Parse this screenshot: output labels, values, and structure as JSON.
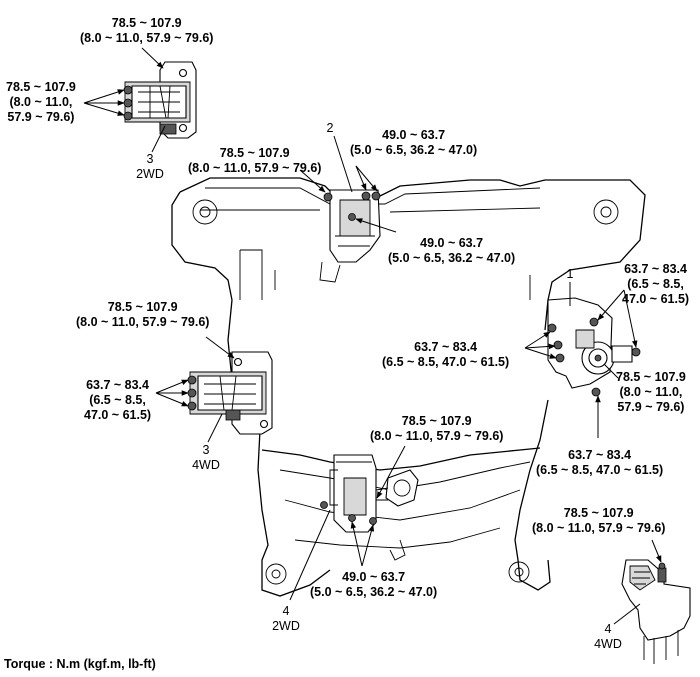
{
  "torque_note": "Torque : N.m (kgf.m, lb-ft)",
  "callouts": {
    "c1": [
      "78.5 ~ 107.9",
      "(8.0 ~ 11.0, 57.9 ~ 79.6)"
    ],
    "c2": [
      "78.5 ~ 107.9",
      "(8.0 ~ 11.0,",
      "57.9 ~ 79.6)"
    ],
    "c3": [
      "78.5 ~ 107.9",
      "(8.0 ~ 11.0, 57.9 ~ 79.6)"
    ],
    "c4": [
      "49.0 ~ 63.7",
      "(5.0 ~ 6.5, 36.2 ~ 47.0)"
    ],
    "c5": [
      "49.0 ~ 63.7",
      "(5.0 ~ 6.5, 36.2 ~ 47.0)"
    ],
    "c6": [
      "63.7 ~ 83.4",
      "(6.5 ~ 8.5,",
      "47.0 ~ 61.5)"
    ],
    "c7": [
      "78.5 ~ 107.9",
      "(8.0 ~ 11.0, 57.9 ~ 79.6)"
    ],
    "c8": [
      "63.7 ~ 83.4",
      "(6.5 ~ 8.5, 47.0 ~ 61.5)"
    ],
    "c9": [
      "63.7 ~ 83.4",
      "(6.5 ~ 8.5,",
      "47.0 ~ 61.5)"
    ],
    "c10": [
      "78.5 ~ 107.9",
      "(8.0 ~ 11.0,",
      "57.9 ~ 79.6)"
    ],
    "c11": [
      "63.7 ~ 83.4",
      "(6.5 ~ 8.5, 47.0 ~ 61.5)"
    ],
    "c12": [
      "78.5 ~ 107.9",
      "(8.0 ~ 11.0, 57.9 ~ 79.6)"
    ],
    "c13": [
      "49.0 ~ 63.7",
      "(5.0 ~ 6.5, 36.2 ~ 47.0)"
    ],
    "c14": [
      "78.5 ~ 107.9",
      "(8.0 ~ 11.0, 57.9 ~ 79.6)"
    ]
  },
  "part_labels": {
    "p3_2wd": [
      "3",
      "2WD"
    ],
    "p2": [
      "2"
    ],
    "p1": [
      "1"
    ],
    "p3_4wd": [
      "3",
      "4WD"
    ],
    "p4_2wd": [
      "4",
      "2WD"
    ],
    "p4_4wd": [
      "4",
      "4WD"
    ]
  }
}
